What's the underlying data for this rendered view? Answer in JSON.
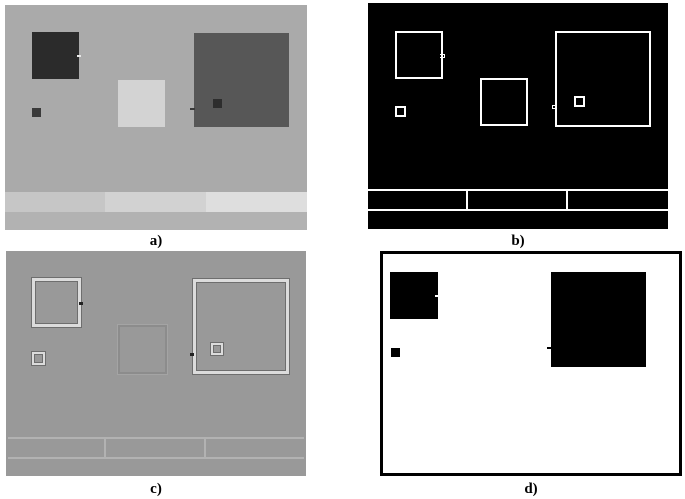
{
  "captions": {
    "a": "a)",
    "b": "b)",
    "c": "c)",
    "d": "d)"
  },
  "colors": {
    "panel_a_background": "#aaaaaa",
    "panel_a_square_left": "#2b2b2b",
    "panel_a_square_center": "#d3d3d3",
    "panel_a_square_right": "#575757",
    "panel_a_small_square": "#3a3a3a",
    "panel_a_strip_1": "#c6c6c6",
    "panel_a_strip_2": "#d2d2d2",
    "panel_a_strip_3": "#dedede",
    "panel_b_background": "#000000",
    "panel_b_edges": "#ffffff",
    "panel_c_background": "#999999",
    "panel_d_background": "#ffffff",
    "panel_d_objects": "#000000"
  }
}
